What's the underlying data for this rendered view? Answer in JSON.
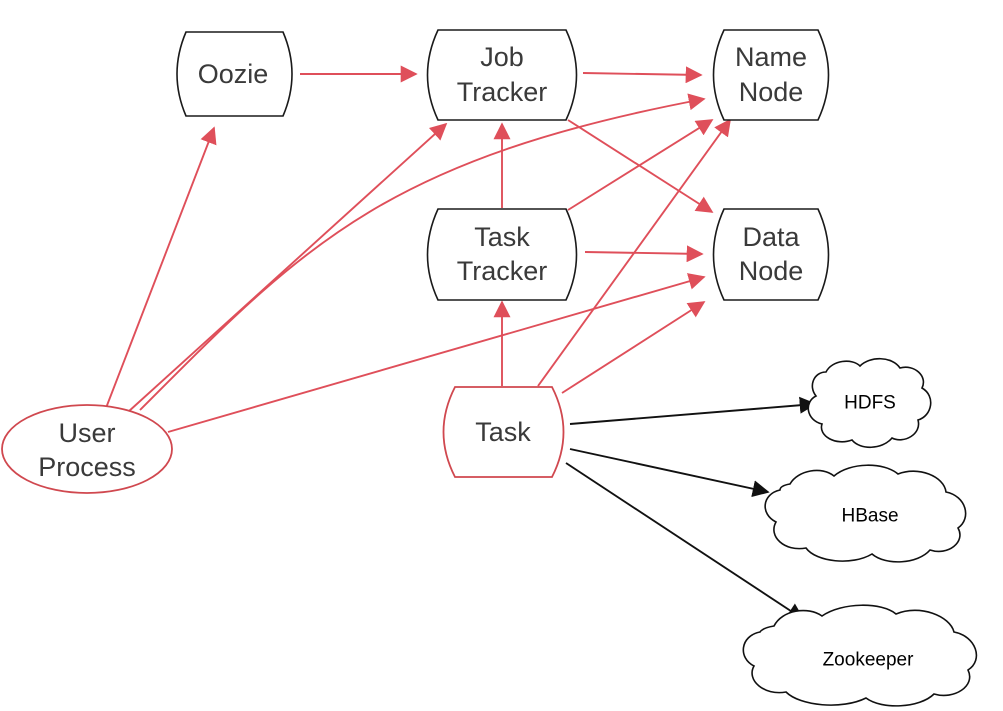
{
  "nodes": {
    "oozie": {
      "lines": [
        "Oozie"
      ]
    },
    "job_tracker": {
      "lines": [
        "Job",
        "Tracker"
      ]
    },
    "name_node": {
      "lines": [
        "Name",
        "Node"
      ]
    },
    "task_tracker": {
      "lines": [
        "Task",
        "Tracker"
      ]
    },
    "data_node": {
      "lines": [
        "Data",
        "Node"
      ]
    },
    "user_process": {
      "lines": [
        "User",
        "Process"
      ]
    },
    "task": {
      "lines": [
        "Task"
      ]
    }
  },
  "clouds": {
    "hdfs": {
      "label": "HDFS"
    },
    "hbase": {
      "label": "HBase"
    },
    "zookeeper": {
      "label": "Zookeeper"
    }
  },
  "edges": [
    {
      "from": "oozie",
      "to": "job_tracker",
      "color": "red"
    },
    {
      "from": "job_tracker",
      "to": "name_node",
      "color": "red"
    },
    {
      "from": "job_tracker",
      "to": "data_node",
      "color": "red"
    },
    {
      "from": "task_tracker",
      "to": "job_tracker",
      "color": "red"
    },
    {
      "from": "task_tracker",
      "to": "name_node",
      "color": "red"
    },
    {
      "from": "task_tracker",
      "to": "data_node",
      "color": "red"
    },
    {
      "from": "user_process",
      "to": "oozie",
      "color": "red"
    },
    {
      "from": "user_process",
      "to": "job_tracker",
      "color": "red"
    },
    {
      "from": "user_process",
      "to": "name_node",
      "color": "red"
    },
    {
      "from": "user_process",
      "to": "data_node",
      "color": "red"
    },
    {
      "from": "task",
      "to": "task_tracker",
      "color": "red"
    },
    {
      "from": "task",
      "to": "name_node",
      "color": "red"
    },
    {
      "from": "task",
      "to": "data_node",
      "color": "red"
    },
    {
      "from": "task",
      "to": "hdfs",
      "color": "black"
    },
    {
      "from": "task",
      "to": "hbase",
      "color": "black"
    },
    {
      "from": "task",
      "to": "zookeeper",
      "color": "black"
    }
  ],
  "colors": {
    "edge_red": "#df4f5a",
    "edge_black": "#111111",
    "highlight_border": "#d0484f",
    "node_border": "#1a1a1a"
  }
}
